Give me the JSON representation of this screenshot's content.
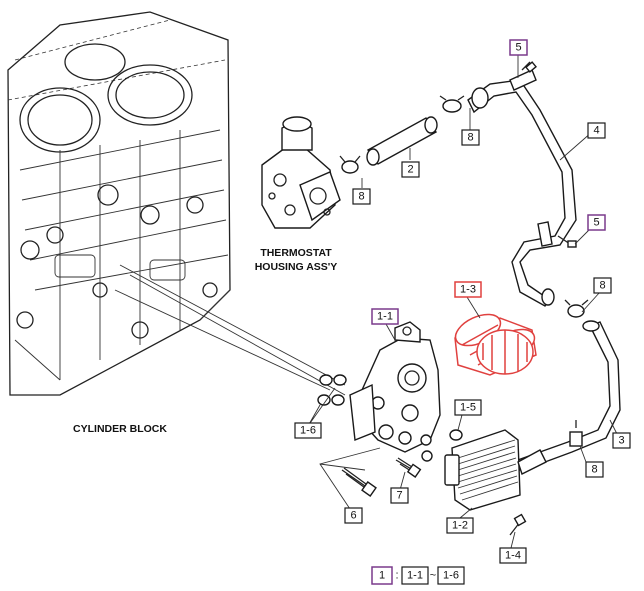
{
  "captions": {
    "thermostat_line1": "THERMOSTAT",
    "thermostat_line2": "HOUSING ASS'Y",
    "cylinder_block": "CYLINDER BLOCK"
  },
  "callouts": {
    "c5a": "5",
    "c5b": "5",
    "c4": "4",
    "c8a": "8",
    "c8b": "8",
    "c8c": "8",
    "c8d": "8",
    "c2": "2",
    "c3": "3",
    "c13": "1-3",
    "c11": "1-1",
    "c15": "1-5",
    "c16": "1-6",
    "c12": "1-2",
    "c14": "1-4",
    "c6": "6",
    "c7": "7"
  },
  "legend": {
    "main": "1",
    "sep": ":",
    "start": "1-1",
    "tilde": "~",
    "end": "1-6"
  },
  "colors": {
    "highlight_red": "#e0413f",
    "callout_purple": "#7a3a8c",
    "line_black": "#1a1a1a"
  }
}
